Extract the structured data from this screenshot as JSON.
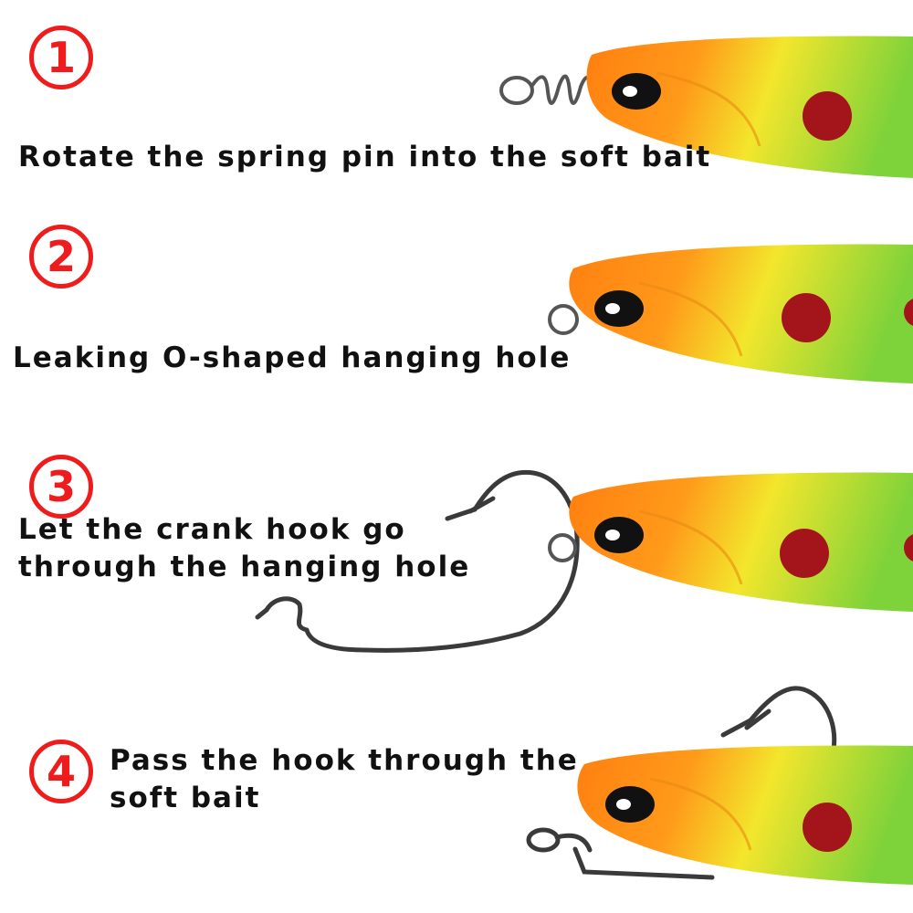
{
  "colors": {
    "step_number": "#ee1c1c",
    "caption_text": "#111111",
    "bait_orange": "#ff8a12",
    "bait_yellow": "#f3e62c",
    "bait_green": "#8bd63a",
    "bait_spot": "#a3151b",
    "hook_metal": "#3a3a3a"
  },
  "steps": [
    {
      "number": "1",
      "caption_lines": [
        "Rotate the spring pin into the soft bait"
      ]
    },
    {
      "number": "2",
      "caption_lines": [
        "Leaking O-shaped hanging hole"
      ]
    },
    {
      "number": "3",
      "caption_lines": [
        "Let the crank hook go",
        "through the hanging hole"
      ]
    },
    {
      "number": "4",
      "caption_lines": [
        "Pass the hook through the",
        "soft bait"
      ]
    }
  ]
}
